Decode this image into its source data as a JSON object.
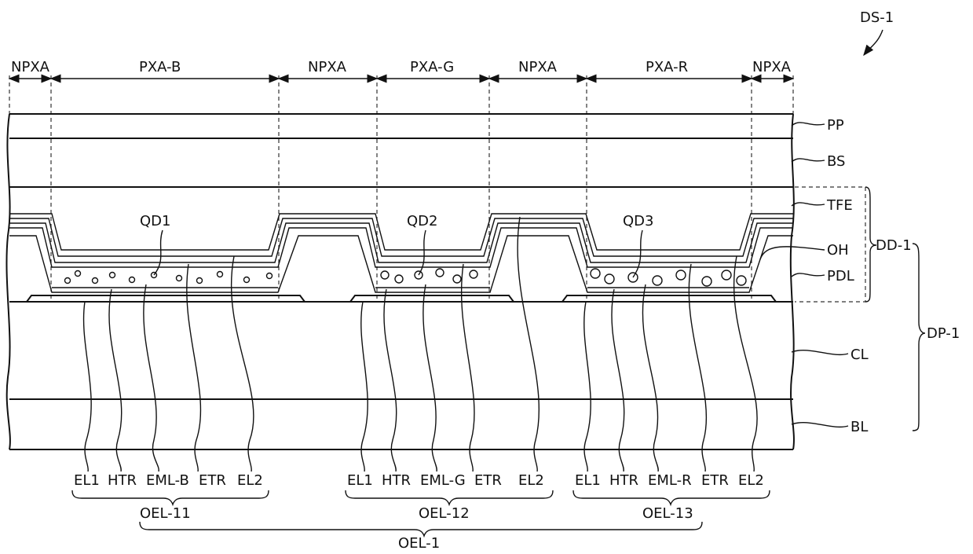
{
  "figure_label": "DS-1",
  "regions": [
    "NPXA",
    "PXA-B",
    "NPXA",
    "PXA-G",
    "NPXA",
    "PXA-R",
    "NPXA"
  ],
  "layers": {
    "pp": "PP",
    "bs": "BS",
    "tfe": "TFE",
    "oh": "OH",
    "pdl": "PDL",
    "cl": "CL",
    "bl": "BL"
  },
  "groups": {
    "dd": "DD-1",
    "dp": "DP-1"
  },
  "quantum_dots": [
    "QD1",
    "QD2",
    "QD3"
  ],
  "elements": {
    "blue": [
      "EL1",
      "HTR",
      "EML-B",
      "ETR",
      "EL2"
    ],
    "green": [
      "EL1",
      "HTR",
      "EML-G",
      "ETR",
      "EL2"
    ],
    "red": [
      "EL1",
      "HTR",
      "EML-R",
      "ETR",
      "EL2"
    ]
  },
  "oel_groups": [
    "OEL-11",
    "OEL-12",
    "OEL-13"
  ],
  "oel_total": "OEL-1"
}
